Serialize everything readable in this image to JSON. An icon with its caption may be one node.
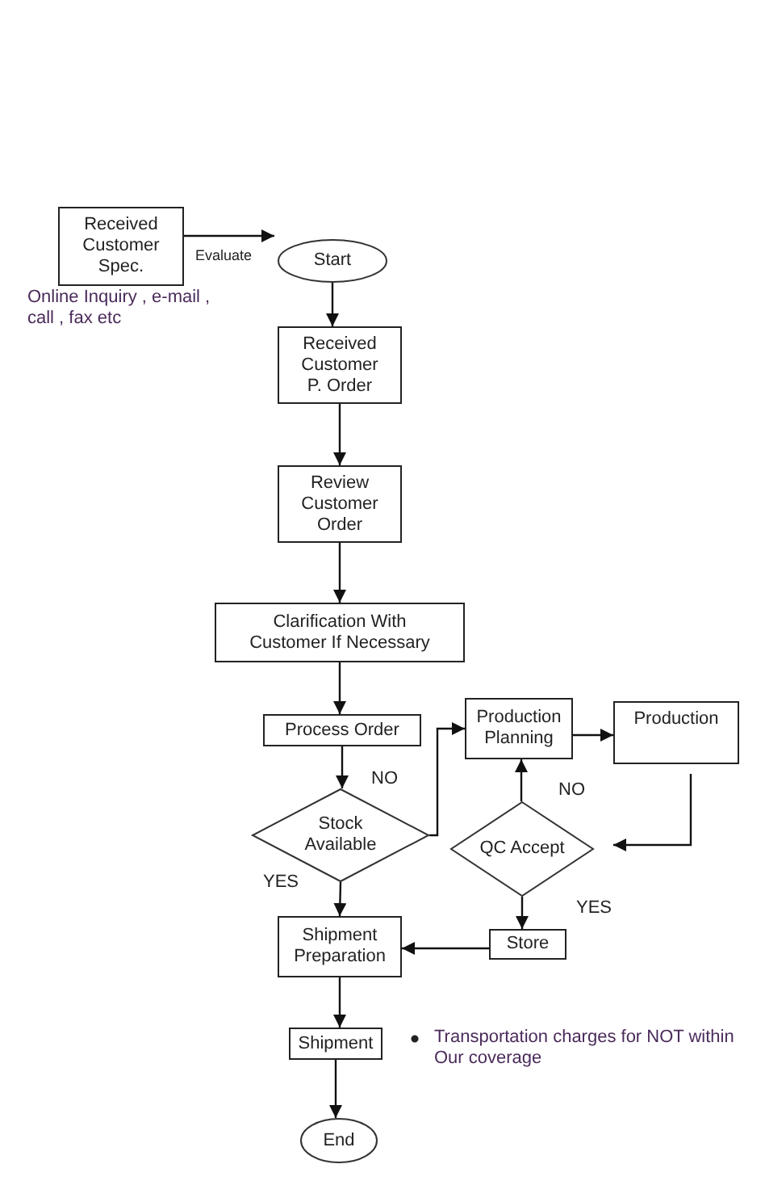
{
  "diagram": {
    "nodes": [
      {
        "text": [
          "Received Customer Spec."
        ],
        "beside": [
          "Online Inquiry , e-mail , call , fax etc"
        ]
      },
      {
        "text": [
          "Start"
        ]
      },
      {
        "text": [
          "Received Customer P. Order"
        ]
      },
      {
        "text": [
          "Review Customer Order"
        ]
      },
      {
        "text": [
          "Clarification With Customer If Necessary"
        ]
      },
      {
        "text": [
          "Process Order"
        ]
      },
      {
        "text": [
          "Stock Available"
        ]
      },
      {
        "text": [
          "Production Planning"
        ]
      },
      {
        "text": [
          "Production"
        ]
      },
      {
        "text": [
          "QC Accept"
        ]
      },
      {
        "text": [
          "Store"
        ]
      },
      {
        "text": [
          "Shipment Preparation"
        ]
      },
      {
        "text": [
          "Shipment"
        ]
      },
      {
        "text": [
          "End"
        ]
      }
    ],
    "edges": [
      {
        "from": 0,
        "to": 1,
        "arrow": "to",
        "label": "Evaluate"
      },
      {
        "from": 1,
        "to": 2,
        "arrow": "to"
      },
      {
        "from": 2,
        "to": 3,
        "arrow": "to"
      },
      {
        "from": 3,
        "to": 4,
        "arrow": "to"
      },
      {
        "from": 4,
        "to": 5,
        "arrow": "to"
      },
      {
        "from": 5,
        "to": 6,
        "arrow": "to"
      },
      {
        "from": 6,
        "to": 7,
        "arrow": "to",
        "label": "NO"
      },
      {
        "from": 6,
        "to": 11,
        "arrow": "to",
        "label": "YES"
      },
      {
        "from": 7,
        "to": 8,
        "arrow": "to"
      },
      {
        "from": 8,
        "to": 9,
        "arrow": "to"
      },
      {
        "from": 9,
        "to": 7,
        "arrow": "to",
        "label": "NO"
      },
      {
        "from": 9,
        "to": 10,
        "arrow": "to",
        "label": "YES"
      },
      {
        "from": 10,
        "to": 11,
        "arrow": "to"
      },
      {
        "from": 11,
        "to": 12,
        "arrow": "to"
      },
      {
        "from": 12,
        "to": 13,
        "arrow": "to"
      }
    ],
    "labels": [
      "Transportation charges for NOT within Our coverage"
    ]
  }
}
